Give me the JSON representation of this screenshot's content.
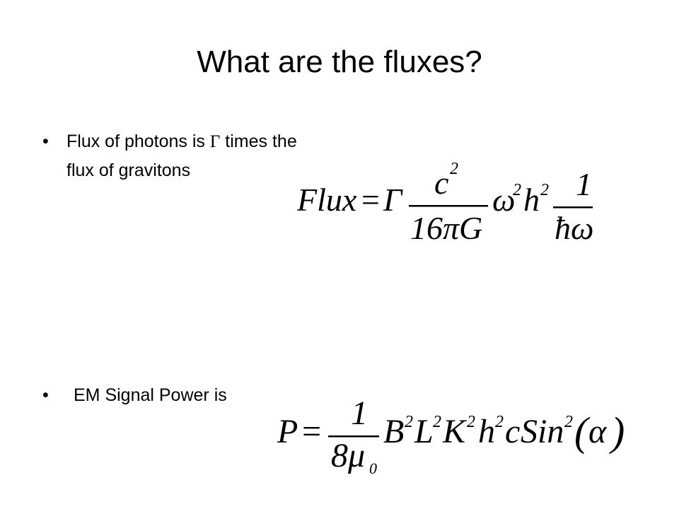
{
  "slide": {
    "title": "What are the fluxes?",
    "bullets": [
      {
        "text_before_symbol": "Flux of photons is",
        "symbol": "Γ",
        "text_after_symbol": "times the flux of gravitons"
      },
      {
        "text": "EM Signal Power is"
      }
    ],
    "equations": {
      "flux": {
        "lhs": "Flux",
        "equals": "=",
        "gamma": "Γ",
        "frac1_num": "c",
        "frac1_num_exp": "2",
        "frac1_den": "16πG",
        "omega": "ω",
        "omega_exp": "2",
        "h": "h",
        "h_exp": "2",
        "frac2_num": "1",
        "frac2_den": "ħω"
      },
      "power": {
        "lhs": "P",
        "equals": "=",
        "frac_num": "1",
        "frac_den": "8μ",
        "frac_den_sub": "0",
        "B": "B",
        "B_exp": "2",
        "L": "L",
        "L_exp": "2",
        "K": "K",
        "K_exp": "2",
        "h": "h",
        "h_exp": "2",
        "c": "c",
        "Sin": "Sin",
        "Sin_exp": "2",
        "lparen": "(",
        "alpha": "α",
        "rparen": ")"
      }
    }
  }
}
